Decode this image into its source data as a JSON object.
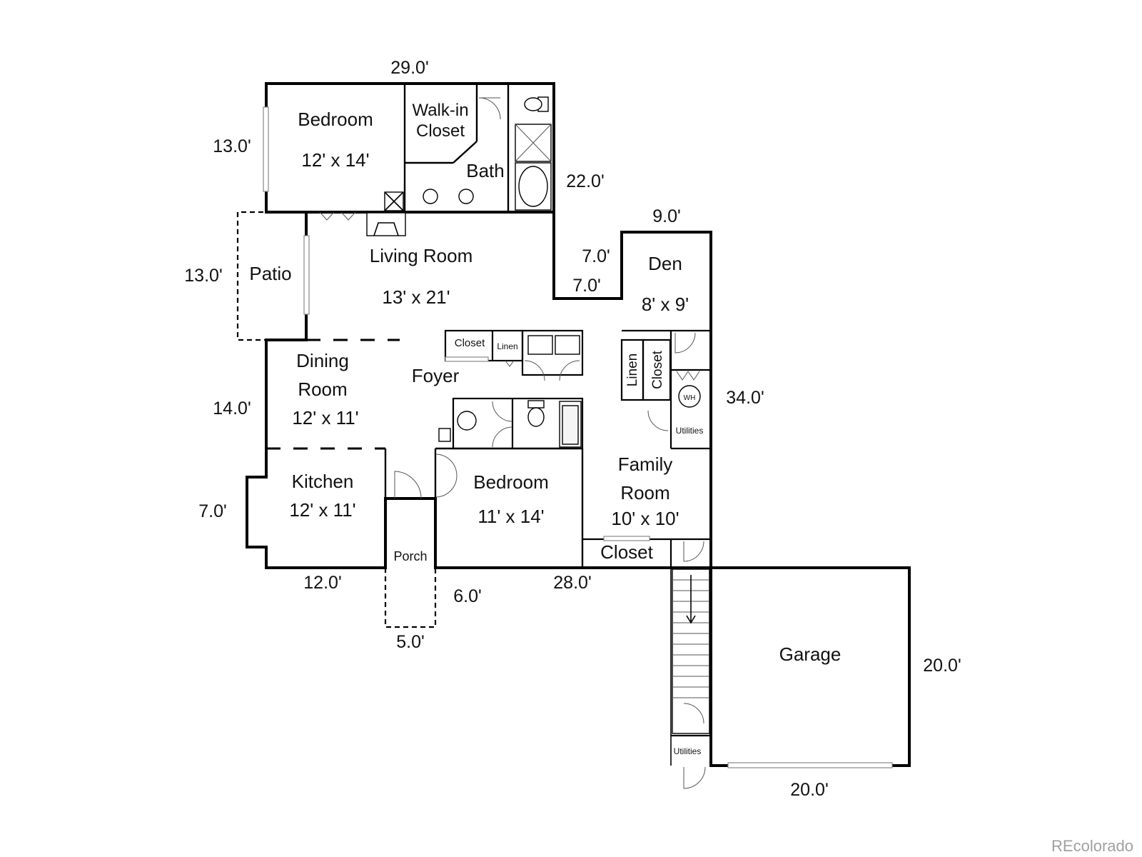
{
  "rooms": {
    "bedroom1": {
      "name": "Bedroom",
      "size": "12' x 14'"
    },
    "walkin": {
      "line1": "Walk-in",
      "line2": "Closet"
    },
    "bath1": {
      "name": "Bath"
    },
    "living": {
      "name": "Living Room",
      "size": "13' x 21'"
    },
    "patio": {
      "name": "Patio"
    },
    "dining": {
      "line1": "Dining",
      "line2": "Room",
      "size": "12' x 11'"
    },
    "foyer": {
      "name": "Foyer"
    },
    "kitchen": {
      "name": "Kitchen",
      "size": "12' x 11'"
    },
    "bedroom2": {
      "name": "Bedroom",
      "size": "11' x 14'"
    },
    "porch": {
      "name": "Porch"
    },
    "den": {
      "name": "Den",
      "size": "8' x 9'"
    },
    "family": {
      "line1": "Family",
      "line2": "Room",
      "size": "10' x 10'"
    },
    "garage": {
      "name": "Garage"
    }
  },
  "closets": {
    "hall_closet": "Closet",
    "hall_linen": "Linen",
    "den_linen": "Linen",
    "den_closet": "Closet",
    "utilities_upper": "Utilities",
    "utilities_lower": "Utilities",
    "family_closet": "Closet",
    "water_heater": "WH"
  },
  "dimensions": {
    "top": "29.0'",
    "bedroom_left": "13.0'",
    "right_upper": "22.0'",
    "den_top": "9.0'",
    "notch_upper": "7.0'",
    "notch_lower": "7.0'",
    "patio_left": "13.0'",
    "dining_left": "14.0'",
    "kitchen_left": "7.0'",
    "kitchen_bottom": "12.0'",
    "porch_side": "6.0'",
    "porch_bottom": "5.0'",
    "bottom_main": "28.0'",
    "right_main": "34.0'",
    "garage_right": "20.0'",
    "garage_bottom": "20.0'"
  },
  "watermark": "REcolorado",
  "colors": {
    "wall": "#000000",
    "background": "#ffffff",
    "watermark": "#a0a0a0"
  }
}
